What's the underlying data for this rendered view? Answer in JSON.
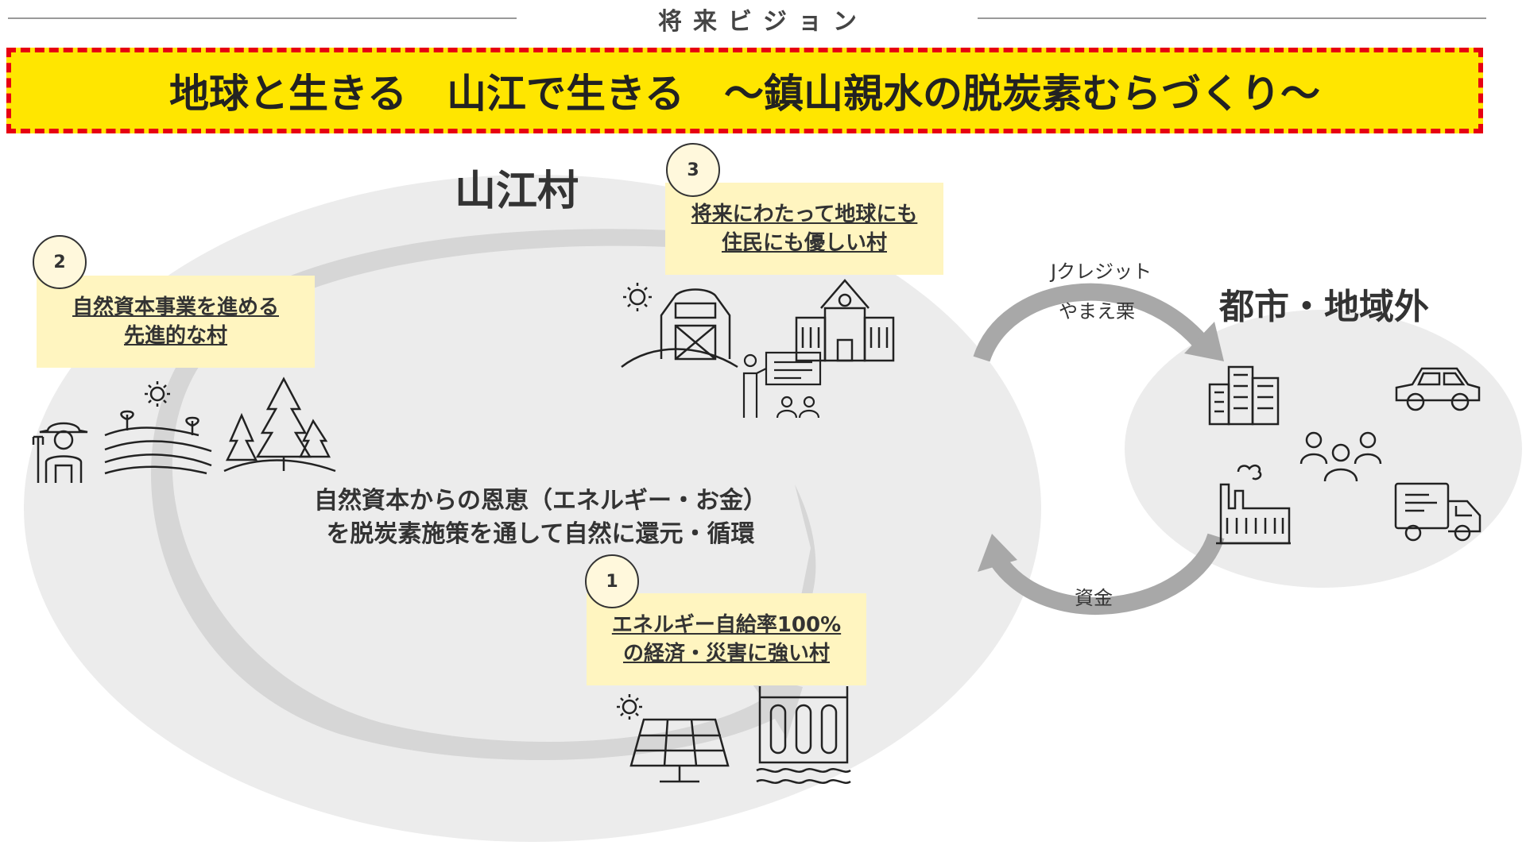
{
  "header": {
    "vision_title": "将来ビジョン",
    "banner": "地球と生きる　山江で生きる　～鎮山親水の脱炭素むらづくり～"
  },
  "village": {
    "title": "山江村",
    "center_text_line1": "自然資本からの恩恵（エネルギー・お金）",
    "center_text_line2": "を脱炭素施策を通して自然に還元・循環"
  },
  "pillars": [
    {
      "number": "1",
      "line1": "エネルギー自給率100%",
      "line2": "の経済・災害に強い村"
    },
    {
      "number": "2",
      "line1": "自然資本事業を進める",
      "line2": "先進的な村"
    },
    {
      "number": "3",
      "line1": "将来にわたって地球にも",
      "line2": "住民にも優しい村"
    }
  ],
  "city": {
    "title": "都市・地域外"
  },
  "flows": {
    "outgoing_line1": "Jクレジット",
    "outgoing_line2": "やまえ栗",
    "incoming": "資金"
  },
  "colors": {
    "banner_bg": "#ffe600",
    "banner_border": "#e60012",
    "note_bg": "#fff5c0",
    "ellipse_bg": "#ececec",
    "cycle_arrow": "#d6d6d6"
  },
  "icons": [
    "farmer-icon",
    "fields-icon",
    "trees-icon",
    "barn-icon",
    "school-icon",
    "presenter-icon",
    "solar-panel-icon",
    "dam-icon",
    "buildings-icon",
    "car-icon",
    "people-icon",
    "factory-icon",
    "truck-icon",
    "sun-icon"
  ]
}
